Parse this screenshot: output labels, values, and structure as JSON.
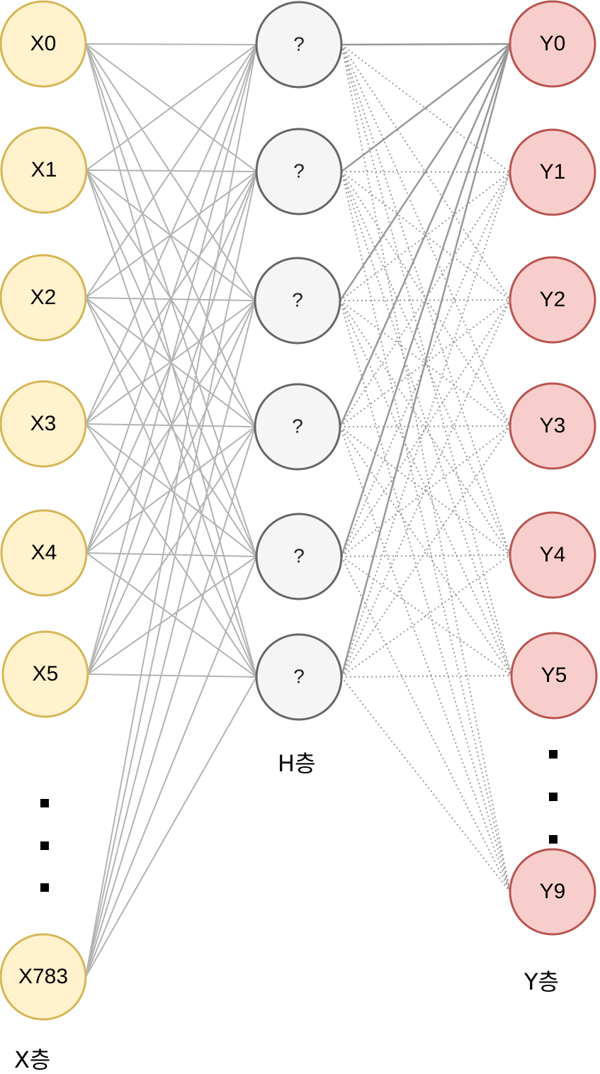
{
  "diagram": {
    "input_layer": {
      "label": "X층",
      "nodes": [
        "X0",
        "X1",
        "X2",
        "X3",
        "X4",
        "X5",
        "X783"
      ],
      "ellipsis": "···",
      "fill": "#fff2cc",
      "stroke": "#d6b656"
    },
    "hidden_layer": {
      "label": "H층",
      "nodes": [
        "?",
        "?",
        "?",
        "?",
        "?",
        "?"
      ],
      "fill": "#f5f5f5",
      "stroke": "#666666"
    },
    "output_layer": {
      "label": "Y층",
      "nodes": [
        "Y0",
        "Y1",
        "Y2",
        "Y3",
        "Y4",
        "Y5",
        "Y9"
      ],
      "ellipsis": "···",
      "fill": "#f8cecc",
      "stroke": "#b85450"
    },
    "edge_color": "#b3b3b3",
    "emphasized_edge_color": "#999999",
    "connections": {
      "input_to_hidden": "all-to-all, solid",
      "hidden_to_output": "all-to-all, dotted",
      "emphasized": [
        [
          "?",
          "Y0"
        ]
      ]
    }
  }
}
